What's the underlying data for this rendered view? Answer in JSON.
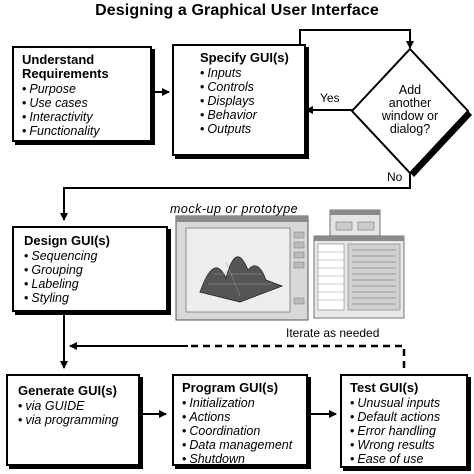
{
  "title": "Designing a Graphical User Interface",
  "understand": {
    "title_line1": "Understand",
    "title_line2": "Requirements",
    "items": [
      "Purpose",
      "Use cases",
      "Interactivity",
      "Functionality"
    ]
  },
  "specify": {
    "title": "Specify GUI(s)",
    "items": [
      "Inputs",
      "Controls",
      "Displays",
      "Behavior",
      "Outputs"
    ]
  },
  "decision": {
    "line1": "Add",
    "line2": "another",
    "line3": "window or",
    "line4": "dialog?"
  },
  "yes_label": "Yes",
  "no_label": "No",
  "mockup_label": "mock-up or prototype",
  "design": {
    "title": "Design GUI(s)",
    "items": [
      "Sequencing",
      "Grouping",
      "Labeling",
      "Styling"
    ]
  },
  "iterate_label": "Iterate as needed",
  "generate": {
    "title": "Generate GUI(s)",
    "items": [
      "via GUIDE",
      "via programming"
    ]
  },
  "program": {
    "title": "Program GUI(s)",
    "items": [
      "Initialization",
      "Actions",
      "Coordination",
      "Data management",
      "Shutdown"
    ]
  },
  "test": {
    "title": "Test GUI(s)",
    "items": [
      "Unusual inputs",
      "Default actions",
      "Error handling",
      "Wrong results",
      "Ease of use"
    ]
  },
  "colors": {
    "line": "#000000",
    "screenshot_bg": "#d8d8d8",
    "surface": "#555555"
  }
}
